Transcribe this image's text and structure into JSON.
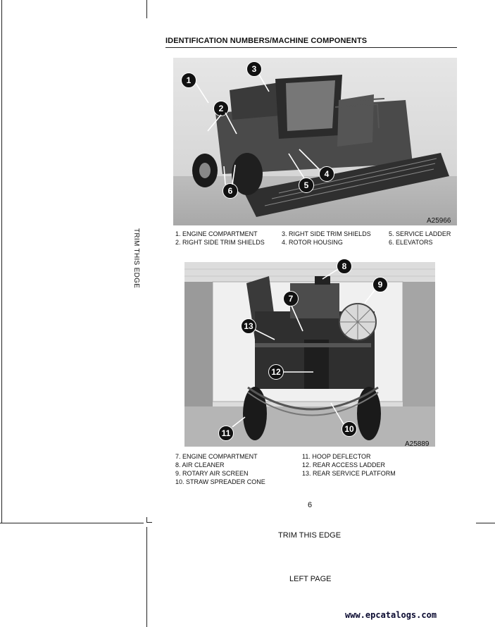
{
  "page": {
    "section_title": "IDENTIFICATION NUMBERS/MACHINE COMPONENTS",
    "trim_vertical": "TRIM THIS EDGE",
    "page_number": "6",
    "trim_bottom": "TRIM THIS EDGE",
    "left_page": "LEFT PAGE",
    "watermark": "www.epcatalogs.com"
  },
  "figure1": {
    "code": "A25966",
    "callouts": [
      "1",
      "2",
      "3",
      "4",
      "5",
      "6"
    ],
    "captions_col1": [
      "1. ENGINE COMPARTMENT",
      "2. RIGHT SIDE TRIM SHIELDS"
    ],
    "captions_col2": [
      "3. RIGHT SIDE TRIM SHIELDS",
      "4. ROTOR HOUSING"
    ],
    "captions_col3": [
      "5. SERVICE LADDER",
      "6. ELEVATORS"
    ]
  },
  "figure2": {
    "code": "A25889",
    "callouts": [
      "7",
      "8",
      "9",
      "10",
      "11",
      "12",
      "13"
    ],
    "captions_col1": [
      "7. ENGINE COMPARTMENT",
      "8. AIR CLEANER",
      "9. ROTARY AIR SCREEN",
      "10. STRAW SPREADER CONE"
    ],
    "captions_col2": [
      "11. HOOP DEFLECTOR",
      "12. REAR ACCESS LADDER",
      "13. REAR SERVICE PLATFORM"
    ]
  }
}
